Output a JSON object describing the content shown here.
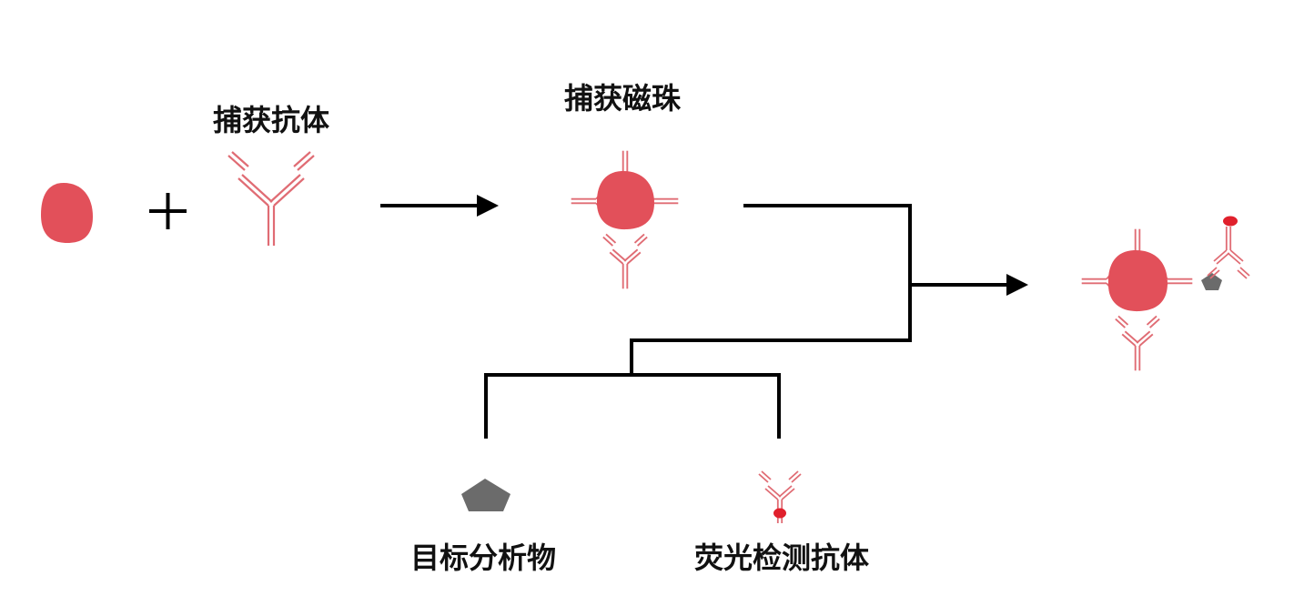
{
  "labels": {
    "capture_antibody": "捕获抗体",
    "capture_bead": "捕获磁珠",
    "target_analyte": "目标分析物",
    "detection_antibody": "荧光检测抗体"
  },
  "symbols": {
    "plus": "+"
  },
  "colors": {
    "bead": "#e2505a",
    "antibody": "#e06c74",
    "fluorophore": "#e0202c",
    "analyte": "#6b6b6b",
    "line": "#000000"
  }
}
